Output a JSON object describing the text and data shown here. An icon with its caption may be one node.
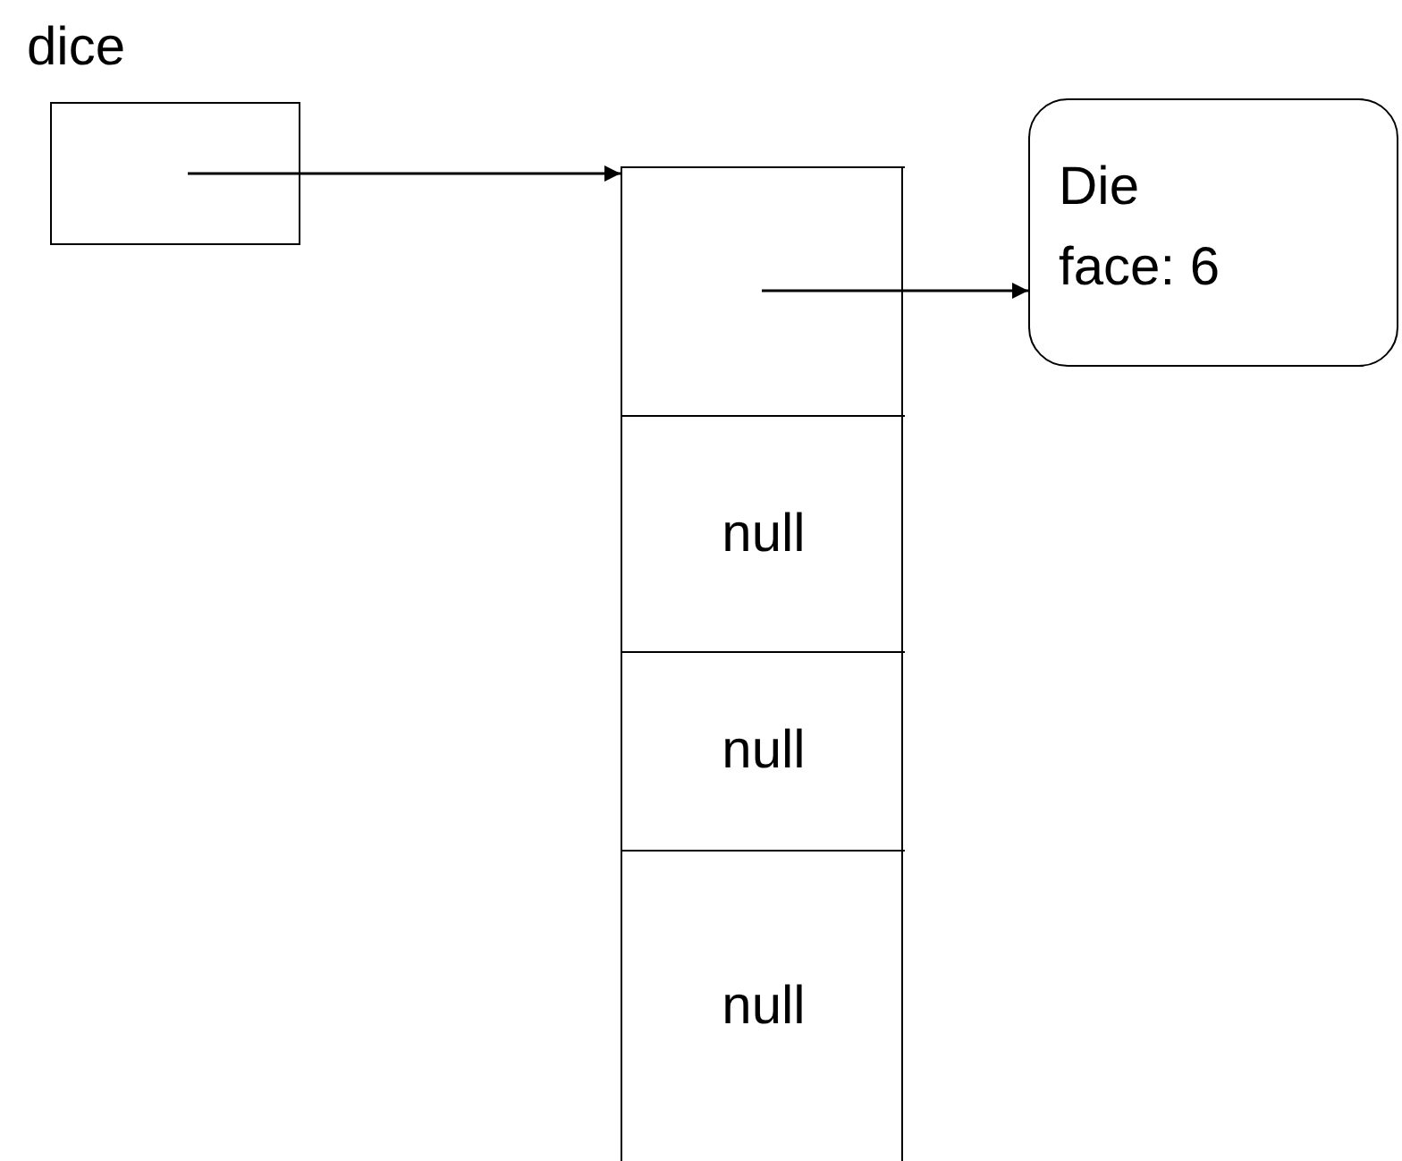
{
  "diagram": {
    "nodes": [
      {
        "text": [
          "dice"
        ]
      },
      {
        "text": [],
        "shape": "box"
      },
      {
        "text": [],
        "shape": "box",
        "in": 1
      },
      {
        "text": [
          "null"
        ],
        "in": 1
      },
      {
        "text": [
          "null"
        ],
        "in": 1
      },
      {
        "text": [
          "null"
        ],
        "in": 1
      },
      {
        "text": [
          "Die face: 6"
        ]
      }
    ],
    "edges": [
      {
        "from": 0,
        "to": 1,
        "arrow": "to"
      },
      {
        "from": 2,
        "to": 6,
        "arrow": "to"
      }
    ]
  }
}
